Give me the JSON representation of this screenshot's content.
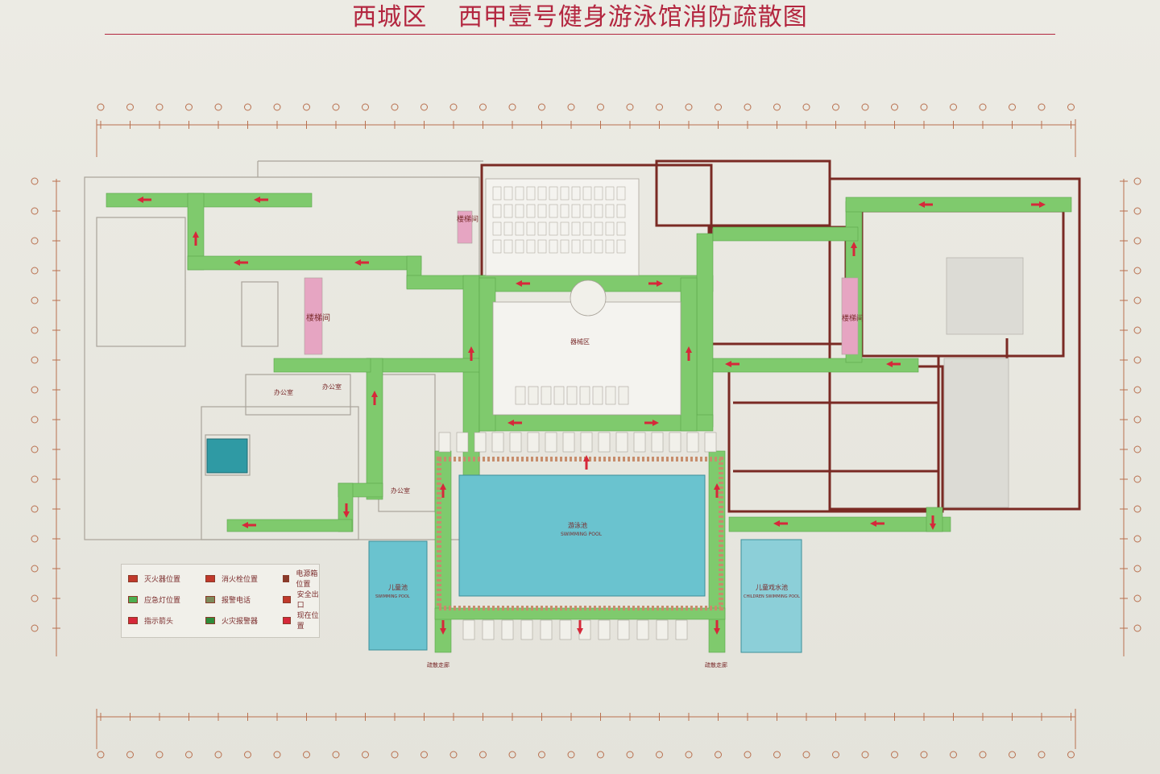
{
  "title": {
    "district": "西城区",
    "venue": "西甲壹号健身游泳馆消防疏散图"
  },
  "rooms": {
    "stair_left": "楼梯间",
    "stair_center": "楼梯间",
    "stair_right": "楼梯间",
    "office_1": "办公室",
    "office_2": "办公室",
    "office_3": "办公室",
    "pool_main": "游泳池",
    "pool_main_en": "SWIMMING POOL",
    "pool_left": "儿童池",
    "pool_left_en": "SWIMMING POOL",
    "pool_right": "儿童戏水池",
    "pool_right_en": "CHILDREN SWIMMING POOL",
    "gym": "器械区",
    "exit_bottom_left": "疏散走廊",
    "exit_bottom_right": "疏散走廊"
  },
  "legend": {
    "items": [
      {
        "label": "灭火器位置",
        "icon": "extinguisher-icon",
        "color": "#c0392b"
      },
      {
        "label": "消火栓位置",
        "icon": "hydrant-icon",
        "color": "#c0392b"
      },
      {
        "label": "电源箱位置",
        "icon": "power-box-icon",
        "color": "#8a3a2a"
      },
      {
        "label": "应急灯位置",
        "icon": "emergency-light-icon",
        "color": "#4caf50"
      },
      {
        "label": "报警电话",
        "icon": "alarm-phone-icon",
        "color": "#7d8a5a"
      },
      {
        "label": "安全出口",
        "icon": "safety-exit-icon",
        "color": "#c0392b"
      },
      {
        "label": "指示箭头",
        "icon": "direction-arrow-icon",
        "color": "#d6283a"
      },
      {
        "label": "火灾报警器",
        "icon": "fire-alarm-icon",
        "color": "#2e8b3a"
      },
      {
        "label": "现在位置",
        "icon": "you-are-here-icon",
        "color": "#d6283a"
      }
    ]
  },
  "colors": {
    "title": "#b3263f",
    "walls": "#7a2a24",
    "evacuation_route": "#7fca6d",
    "pool_water": "#6ac3cf",
    "arrow": "#d6283a"
  }
}
